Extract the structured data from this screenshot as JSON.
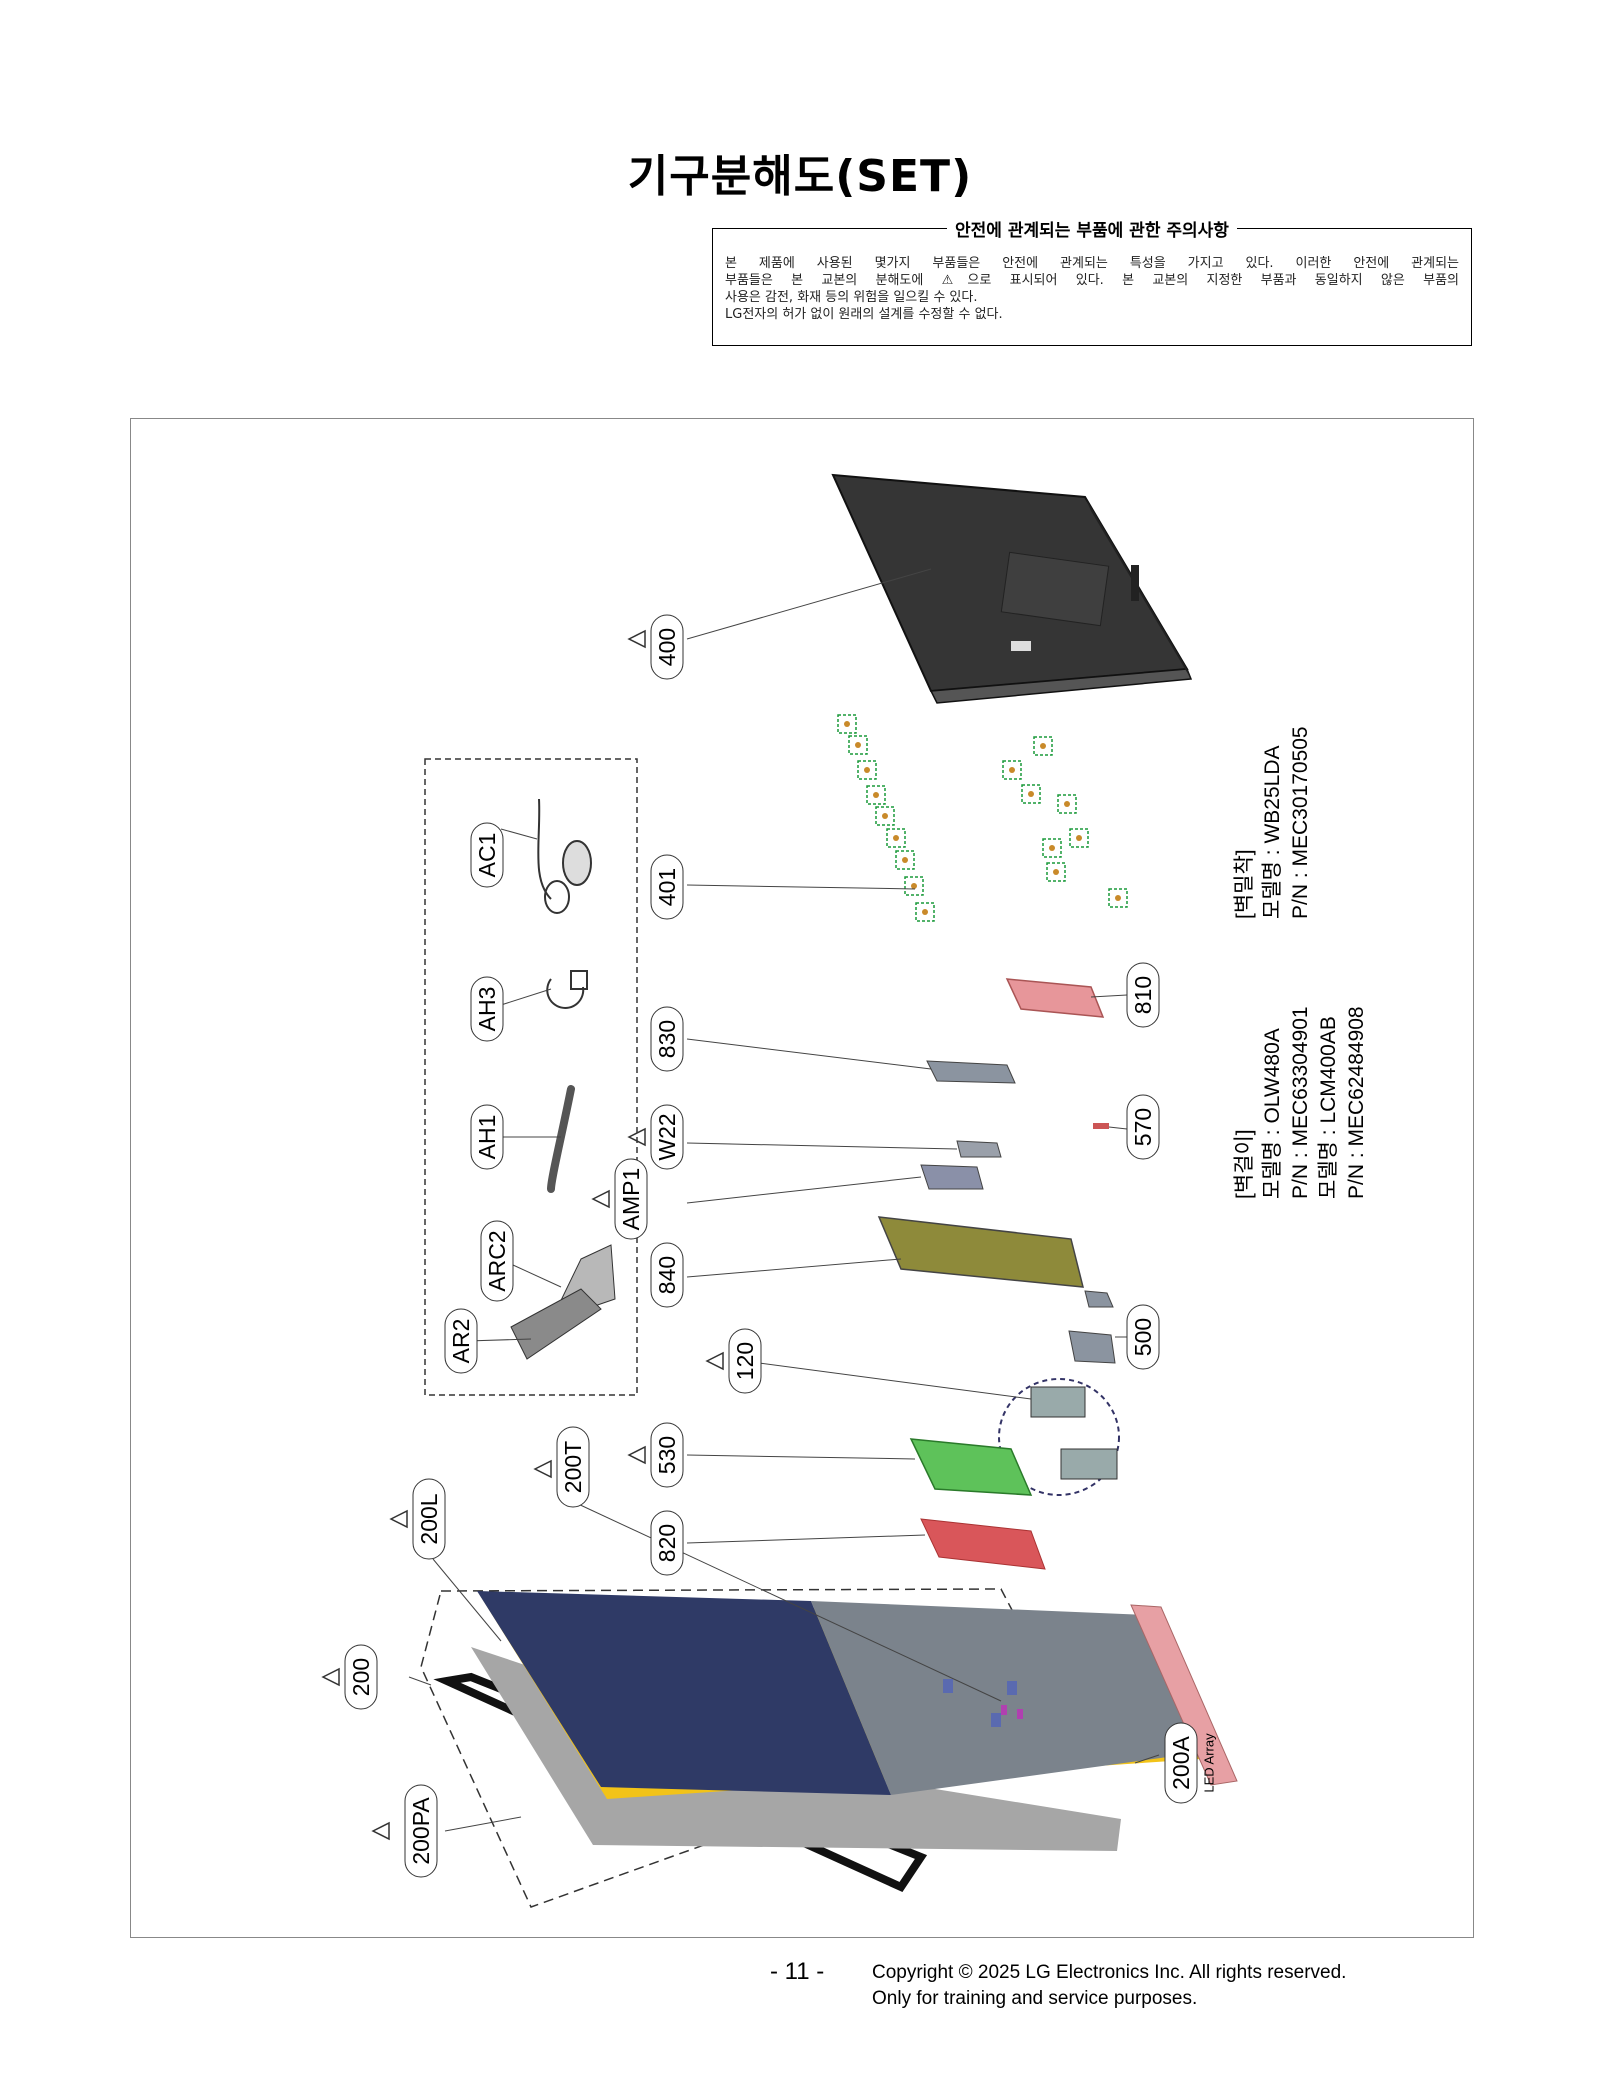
{
  "title": "기구분해도(SET)",
  "notice": {
    "heading": "안전에 관계되는 부품에 관한 주의사항",
    "lines": [
      "본 제품에 사용된 몇가지 부품들은 안전에 관계되는 특성을 가지고 있다. 이러한 안전에 관계되는",
      "부품들은 본 교본의 분해도에 ⚠으로 표시되어 있다. 본 교본의 지정한 부품과 동일하지 않은 부품의",
      "사용은 감전, 화재 등의 위험을 일으킬 수 있다.",
      "LG전자의 허가 없이 원래의 설계를 수정할 수 없다."
    ]
  },
  "diagram": {
    "parts": [
      {
        "id": "400",
        "warn": true
      },
      {
        "id": "401",
        "warn": false
      },
      {
        "id": "810",
        "warn": false
      },
      {
        "id": "830",
        "warn": false
      },
      {
        "id": "570",
        "warn": false
      },
      {
        "id": "W22",
        "warn": true
      },
      {
        "id": "AMP1",
        "warn": true
      },
      {
        "id": "840",
        "warn": false
      },
      {
        "id": "500",
        "warn": false
      },
      {
        "id": "120",
        "warn": true
      },
      {
        "id": "530",
        "warn": true
      },
      {
        "id": "820",
        "warn": false
      },
      {
        "id": "200T",
        "warn": true
      },
      {
        "id": "200L",
        "warn": true
      },
      {
        "id": "200",
        "warn": true
      },
      {
        "id": "200PA",
        "warn": true
      },
      {
        "id": "200A",
        "warn": false
      },
      {
        "id": "AC1",
        "warn": false
      },
      {
        "id": "AH3",
        "warn": false
      },
      {
        "id": "AH1",
        "warn": false
      },
      {
        "id": "ARC2",
        "warn": false
      },
      {
        "id": "AR2",
        "warn": false
      }
    ],
    "led_array_label": "LED Array",
    "wall_stand": {
      "heading": "[벽밀착]",
      "model": "모델명 : WB25LDA",
      "pn": "P/N : MEC30170505"
    },
    "wall_hang": {
      "heading": "[벽걸이]",
      "model1": "모델명 : OLW480A",
      "pn1": "P/N : MEC63304901",
      "model2": "모델명 : LCM400AB",
      "pn2": "P/N : MEC62484908"
    }
  },
  "footer": {
    "page": "- 11 -",
    "copyright": "Copyright © 2025 LG Electronics Inc. All rights reserved.",
    "purpose": "Only for training and service purposes."
  },
  "colors": {
    "panel_blue": "#2f3a66",
    "panel_yellow": "#f2c318",
    "board_green": "#5ec25a",
    "shield_red": "#d9565a",
    "pink_bracket": "#e7969a",
    "back_cover": "#3a3a3a",
    "olive_board": "#8e8a3a"
  }
}
